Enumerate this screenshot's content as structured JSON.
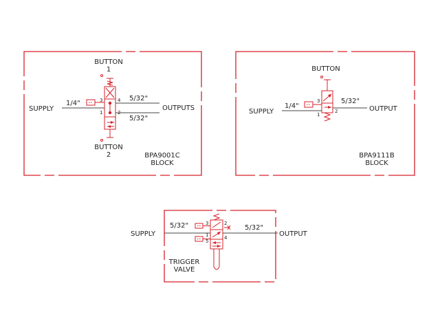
{
  "colors": {
    "symbol": "#d6202a",
    "text": "#222222",
    "line": "#444444"
  },
  "circuit_1": {
    "button_top": "BUTTON",
    "button_top_num": "1",
    "button_bottom": "BUTTON",
    "button_bottom_num": "2",
    "supply": "SUPPLY",
    "supply_size": "1/4\"",
    "outputs": "OUTPUTS",
    "output_size_a": "5/32\"",
    "output_size_b": "5/32\"",
    "port_3": "3",
    "port_4": "4",
    "port_1": "1",
    "port_2": "2",
    "model": "BPA9001C",
    "model_sub": "BLOCK"
  },
  "circuit_2": {
    "button": "BUTTON",
    "supply": "SUPPLY",
    "supply_size": "1/4\"",
    "output": "OUTPUT",
    "output_size": "5/32\"",
    "port_3": "3",
    "port_1": "1",
    "port_2": "2",
    "model": "BPA9111B",
    "model_sub": "BLOCK"
  },
  "circuit_3": {
    "supply": "SUPPLY",
    "supply_size": "5/32\"",
    "output": "OUTPUT",
    "output_size": "5/32\"",
    "port_3": "3",
    "port_2": "2",
    "port_1": "1",
    "port_4": "4",
    "port_5": "5",
    "name": "TRIGGER",
    "name_sub": "VALVE"
  }
}
